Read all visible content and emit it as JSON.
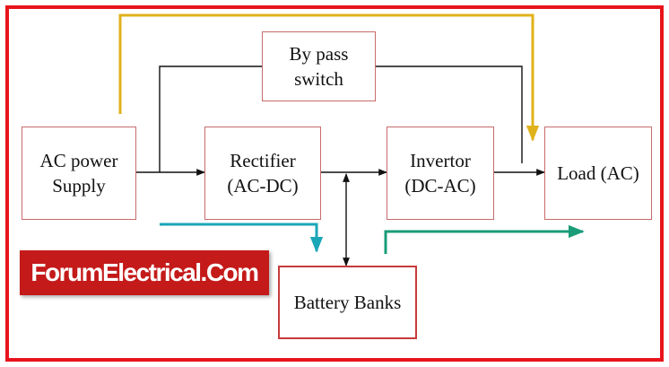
{
  "blocks": {
    "bypass": "By pass\nswitch",
    "ac_supply": "AC power\nSupply",
    "rectifier": "Rectifier\n(AC-DC)",
    "invertor": "Invertor\n(DC-AC)",
    "load": "Load (AC)",
    "battery": "Battery Banks"
  },
  "brand": "ForumElectrical.Com",
  "colors": {
    "frame": "#e8141b",
    "bypass_path": "#e0b21a",
    "charge_path": "#1aa6b7",
    "discharge_path": "#1a9c78",
    "brand_bg": "#c41a1a"
  }
}
